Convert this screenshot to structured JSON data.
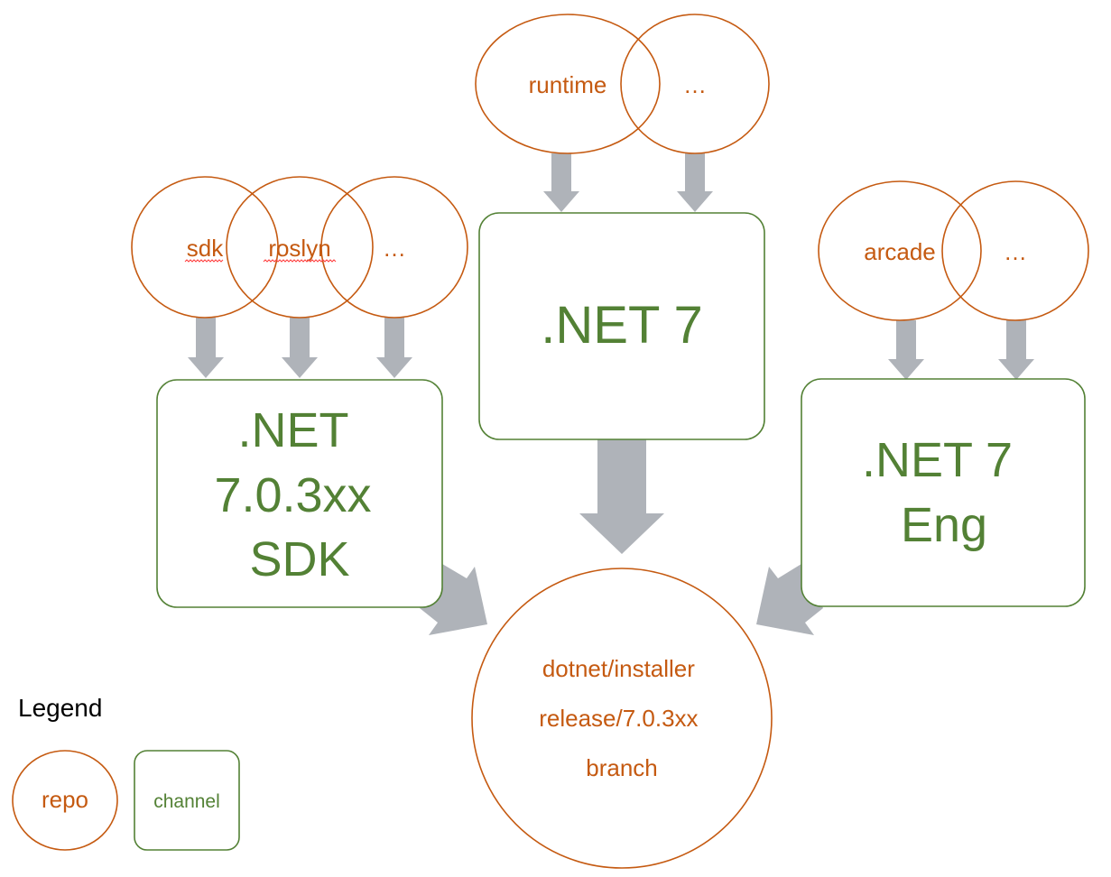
{
  "colors": {
    "repo": "#c55a11",
    "channel": "#538135",
    "arrow": "#afb3b9"
  },
  "repos": {
    "runtime": "runtime",
    "runtime_more": "…",
    "sdk": "sdk",
    "roslyn": "roslyn",
    "sdk_more": "…",
    "arcade": "arcade",
    "arcade_more": "…"
  },
  "channels": {
    "net7": ".NET 7",
    "sdk": [
      ".NET",
      "7.0.3xx",
      "SDK"
    ],
    "eng": [
      ".NET 7",
      "Eng"
    ]
  },
  "target": {
    "lines": [
      "dotnet/installer",
      "release/7.0.3xx",
      "branch"
    ]
  },
  "legend": {
    "title": "Legend",
    "repo": "repo",
    "channel": "channel"
  }
}
